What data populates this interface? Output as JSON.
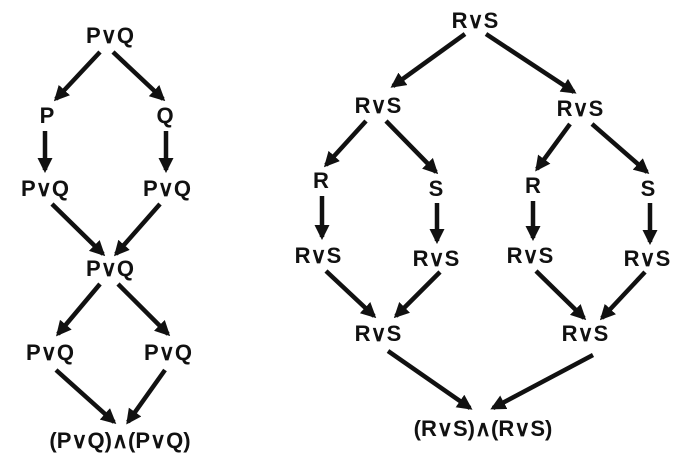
{
  "colors": {
    "ink": "#111111",
    "background": "#ffffff"
  },
  "left_tree": {
    "nodes": {
      "root": "P∨Q",
      "p": "P",
      "q": "Q",
      "p_or_q_left": "P∨Q",
      "p_or_q_right": "P∨Q",
      "merge": "P∨Q",
      "split_left": "P∨Q",
      "split_right": "P∨Q",
      "conclusion": "(P∨Q)∧(P∨Q)"
    }
  },
  "right_tree": {
    "nodes": {
      "root": "R∨S",
      "branch_left": "R∨S",
      "branch_right": "R∨S",
      "r_left": "R",
      "s_left": "S",
      "r_right": "R",
      "s_right": "S",
      "rs1": "R∨S",
      "rs2": "R∨S",
      "rs3": "R∨S",
      "rs4": "R∨S",
      "merge_left": "R∨S",
      "merge_right": "R∨S",
      "conclusion": "(R∨S)∧(R∨S)"
    }
  }
}
